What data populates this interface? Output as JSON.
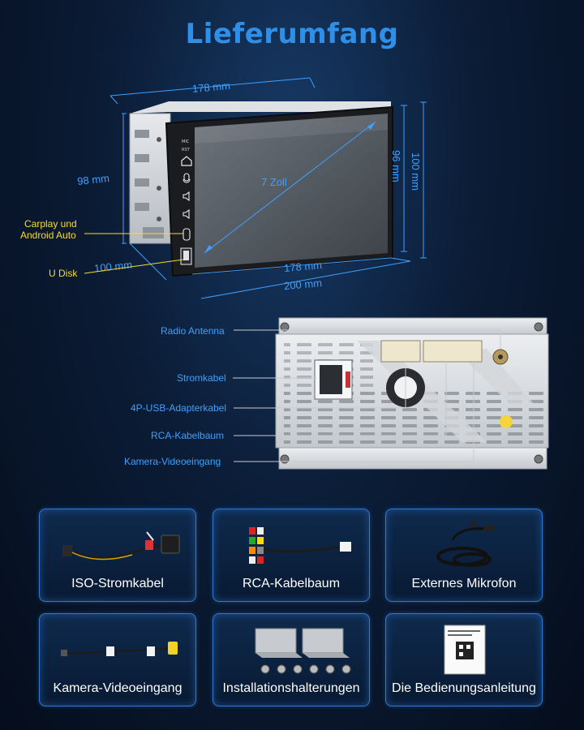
{
  "title": "Lieferumfang",
  "dimensions": {
    "top_width": "178 mm",
    "depth_left": "98 mm",
    "screen_diag": "7 Zoll",
    "screen_height": "96 mm",
    "outer_height": "100 mm",
    "bottom_depth": "100 mm",
    "bottom_width_inner": "178 mm",
    "bottom_width_outer": "200 mm"
  },
  "side_labels": {
    "carplay_line1": "Carplay und",
    "carplay_line2": "Android Auto",
    "udisk": "U Disk"
  },
  "screen_icons": {
    "mic": "MIC",
    "rst": "RST"
  },
  "rear_labels": {
    "radio_antenna": "Radio Antenna",
    "stromkabel": "Stromkabel",
    "usb_adapter": "4P-USB-Adapterkabel",
    "rca": "RCA-Kabelbaum",
    "camera": "Kamera-Videoeingang"
  },
  "items": [
    {
      "label": "ISO-Stromkabel",
      "icon": "iso-cable-icon"
    },
    {
      "label": "RCA-Kabelbaum",
      "icon": "rca-cable-icon"
    },
    {
      "label": "Externes Mikrofon",
      "icon": "microphone-icon"
    },
    {
      "label": "Kamera-Videoeingang",
      "icon": "camera-cable-icon"
    },
    {
      "label": "Installationshalterungen",
      "icon": "bracket-icon"
    },
    {
      "label": "Die Bedienungsanleitung",
      "icon": "manual-icon"
    }
  ],
  "colors": {
    "accent": "#2f8fe8",
    "label_blue": "#3ea0ff",
    "label_yellow": "#f7dd2a",
    "card_border": "#2f79d0"
  }
}
